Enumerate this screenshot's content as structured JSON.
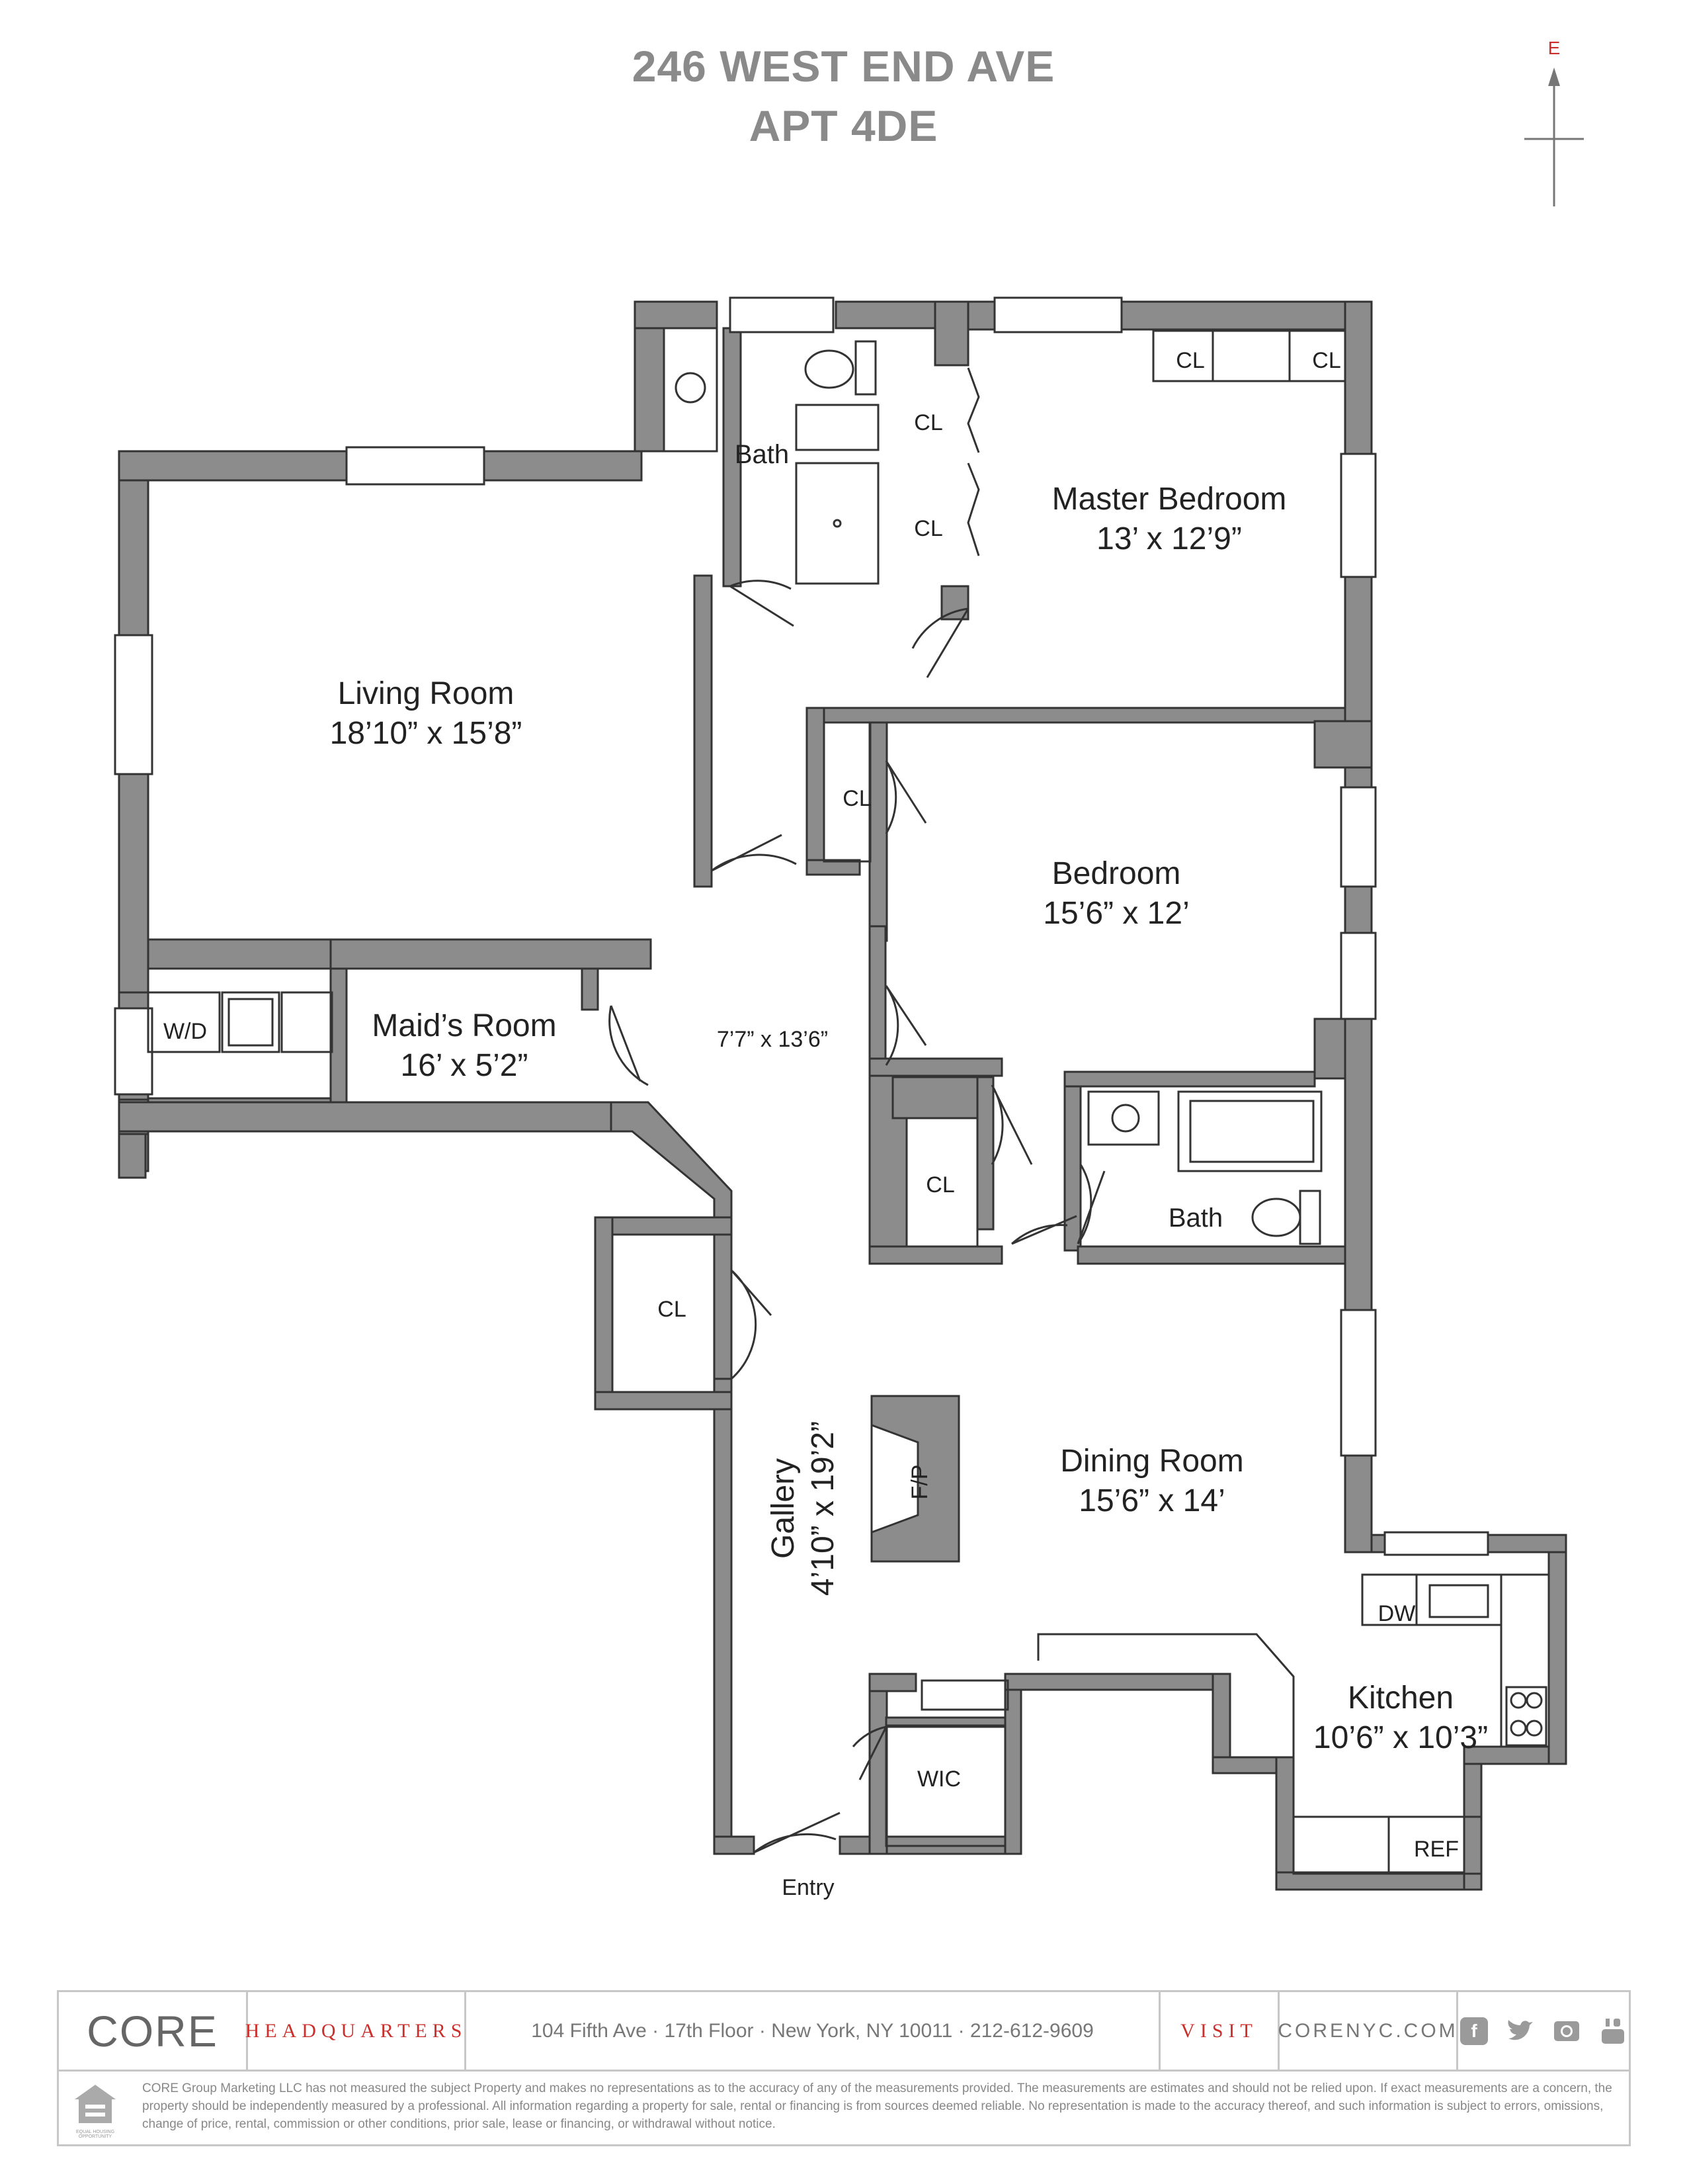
{
  "header": {
    "address": "246 WEST END AVE",
    "unit": "APT 4DE"
  },
  "compass": {
    "label": "E"
  },
  "rooms": {
    "living_room": {
      "name": "Living Room",
      "size": "18’10” x 15’8”"
    },
    "master_bedroom": {
      "name": "Master Bedroom",
      "size": "13’ x 12’9”"
    },
    "bedroom": {
      "name": "Bedroom",
      "size": "15’6” x 12’"
    },
    "maids_room": {
      "name": "Maid’s Room",
      "size": "16’ x 5’2”"
    },
    "foyer": {
      "size": "7’7” x 13’6”"
    },
    "dining_room": {
      "name": "Dining Room",
      "size": "15’6” x 14’"
    },
    "gallery": {
      "name": "Gallery",
      "size": "4’10” x 19’2”"
    },
    "kitchen": {
      "name": "Kitchen",
      "size": "10’6” x 10’3”"
    }
  },
  "labels": {
    "bath_top": "Bath",
    "bath_mid": "Bath",
    "cl": "CL",
    "wd": "W/D",
    "fp": "F/P",
    "wic": "WIC",
    "dw": "DW",
    "ref": "REF",
    "entry": "Entry"
  },
  "footer": {
    "logo": "CORE",
    "hq_label": "HEADQUARTERS",
    "address": "104 Fifth Ave · 17th Floor · New York, NY 10011 · 212-612-9609",
    "visit_label": "VISIT",
    "website": "CORENYC.COM",
    "social_icons": [
      "facebook-icon",
      "twitter-icon",
      "instagram-icon",
      "youtube-icon"
    ],
    "eho_text": "EQUAL HOUSING OPPORTUNITY",
    "disclaimer": "CORE Group Marketing LLC has not measured the subject Property and makes no representations as to the accuracy of any of the measurements provided. The measurements are estimates and should not be relied upon. If exact measurements are a concern, the property should be independently measured by a professional. All information regarding a property for sale, rental or financing is from sources deemed reliable. No representation is made to the accuracy thereof, and such information is subject to errors, omissions, change of price, rental, commission or other conditions, prior sale, lease or financing, or withdrawal without notice."
  },
  "colors": {
    "wall": "#8c8c8c",
    "title": "#8a8a8a",
    "accent": "#c9302c",
    "line": "#555555"
  }
}
